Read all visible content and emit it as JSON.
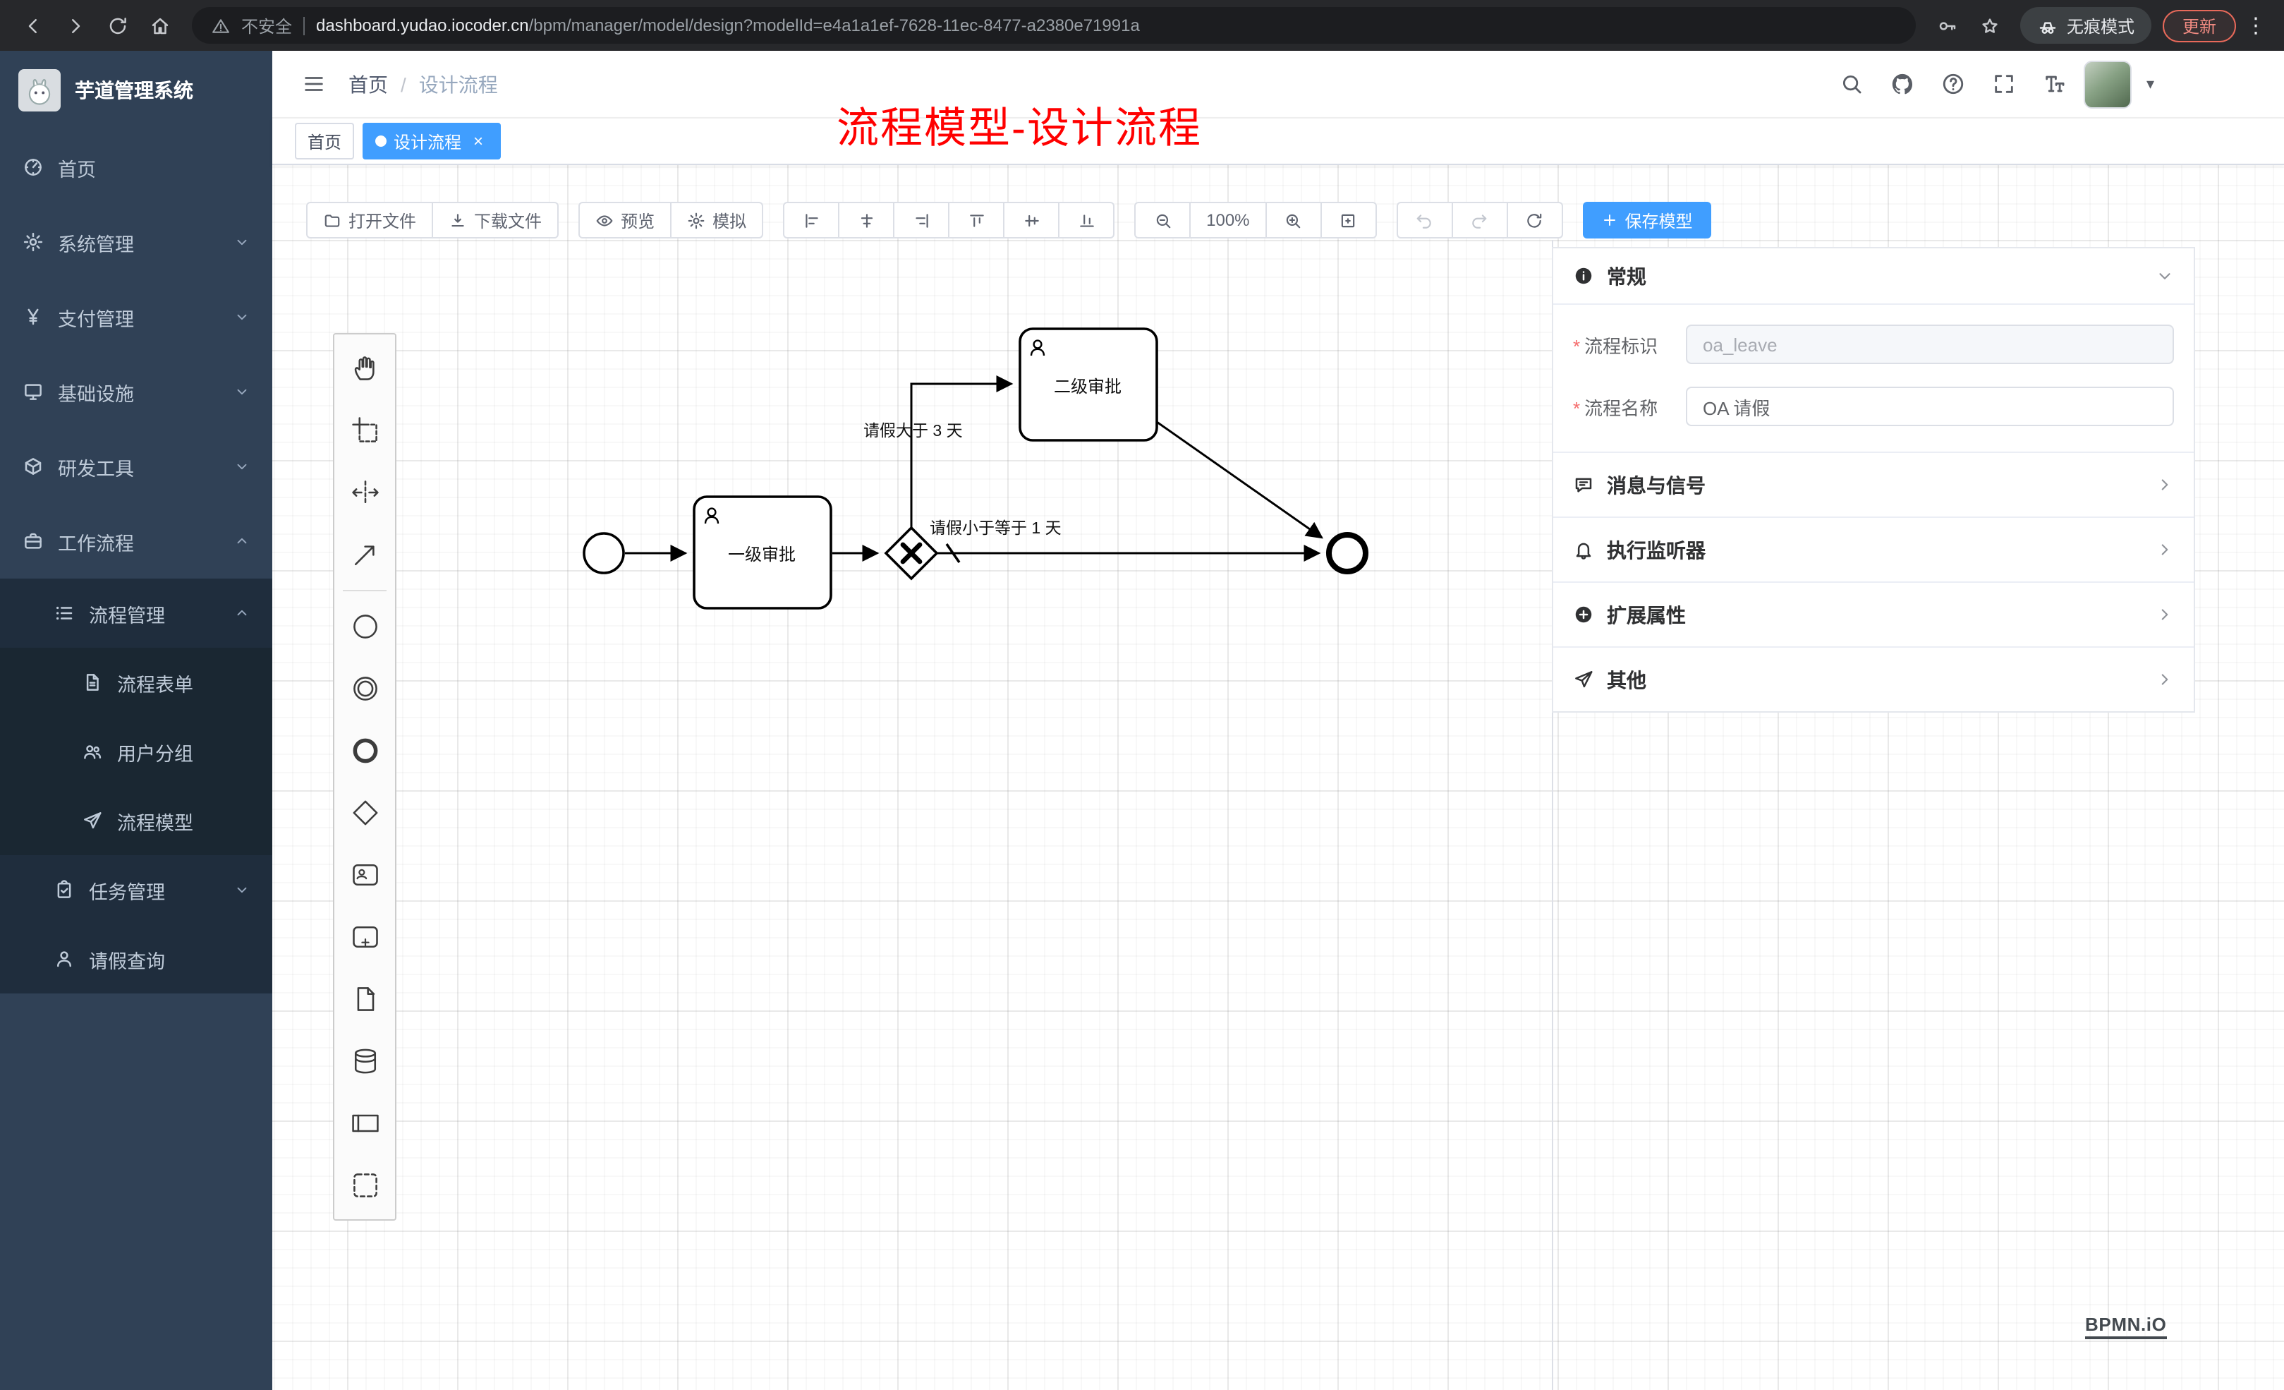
{
  "glyphs": {
    "sep": "/",
    "close": "×",
    "asterisk": "*",
    "caret": "▾",
    "dots": "⋮"
  },
  "browser": {
    "security": "不安全",
    "url_host": "dashboard.yudao.iocoder.cn",
    "url_path": "/bpm/manager/model/design?modelId=e4a1a1ef-7628-11ec-8477-a2380e71991a",
    "incognito": "无痕模式",
    "update": "更新"
  },
  "sidebar": {
    "title": "芋道管理系统",
    "items": [
      {
        "label": "首页"
      },
      {
        "label": "系统管理"
      },
      {
        "label": "支付管理"
      },
      {
        "label": "基础设施"
      },
      {
        "label": "研发工具"
      },
      {
        "label": "工作流程"
      }
    ],
    "process_group": {
      "label": "流程管理"
    },
    "process_children": [
      {
        "label": "流程表单"
      },
      {
        "label": "用户分组"
      },
      {
        "label": "流程模型"
      }
    ],
    "task_group": {
      "label": "任务管理"
    },
    "leave_item": {
      "label": "请假查询"
    }
  },
  "header": {
    "breadcrumb_home": "首页",
    "breadcrumb_current": "设计流程"
  },
  "tags": {
    "home": "首页",
    "active": "设计流程"
  },
  "annotation": "流程模型-设计流程",
  "toolbar": {
    "open_file": "打开文件",
    "download_file": "下载文件",
    "preview": "预览",
    "simulate": "模拟",
    "zoom_level": "100%",
    "save_model": "保存模型"
  },
  "panel": {
    "general_title": "常规",
    "process_key_label": "流程标识",
    "process_key_value": "oa_leave",
    "process_name_label": "流程名称",
    "process_name_value": "OA 请假",
    "rows": [
      {
        "label": "消息与信号"
      },
      {
        "label": "执行监听器"
      },
      {
        "label": "扩展属性"
      },
      {
        "label": "其他"
      }
    ]
  },
  "diagram": {
    "task1": "一级审批",
    "task2": "二级审批",
    "flow_gt3": "请假大于 3 天",
    "flow_le1": "请假小于等于 1 天"
  },
  "watermark": "BPMN.iO",
  "colors": {
    "primary": "#409eff",
    "annotation_red": "#ff0000",
    "sidebar_bg": "#304156",
    "submenu_bg": "#1f2d3d"
  },
  "icons": {
    "search-icon": "magnifier",
    "github-icon": "octocat",
    "help-icon": "question-circle",
    "fullscreen-icon": "expand-corners",
    "font-size-icon": "double-T",
    "hamburger-icon": "three-lines",
    "warning-icon": "triangle-exclaim",
    "incognito-icon": "spy",
    "key-icon": "key",
    "star-icon": "star-outline",
    "browser-menu-icon": "vertical-dots",
    "info-icon": "info-circle-filled",
    "message-icon": "speech-bubble",
    "bell-icon": "bell",
    "plus-circle-icon": "plus-circle-filled",
    "send-icon": "paper-plane",
    "hand-icon": "grab-hand",
    "lasso-icon": "dashed-selection",
    "gateway-icon": "diamond",
    "user-task-icon": "rounded-rect-person"
  }
}
